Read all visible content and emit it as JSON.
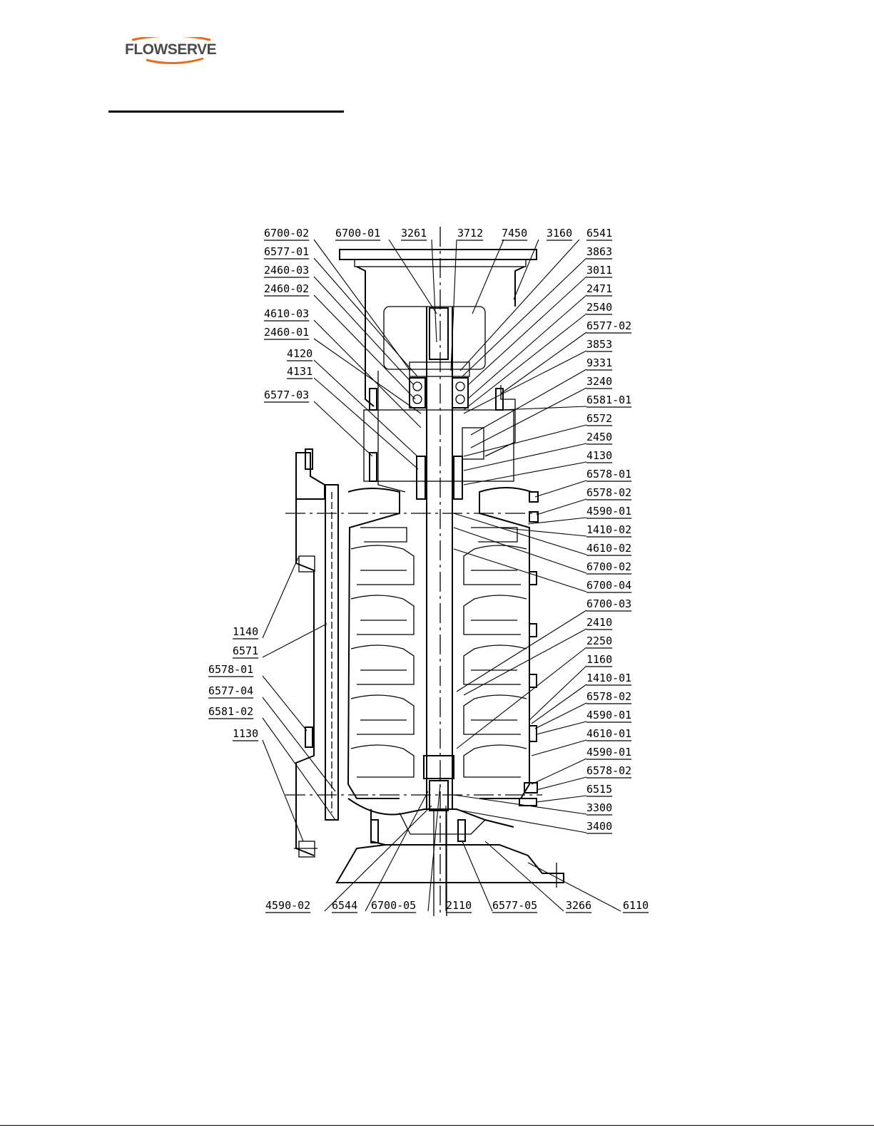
{
  "brand": {
    "name": "FLOWSERVE"
  },
  "labels_top": [
    "6700-02",
    "6700-01",
    "3261",
    "3712",
    "7450",
    "3160",
    "6541"
  ],
  "labels_left": [
    "6577-01",
    "2460-03",
    "2460-02",
    "4610-03",
    "2460-01",
    "4120",
    "4131",
    "6577-03"
  ],
  "labels_left_lower": [
    "1140",
    "6571",
    "6578-01",
    "6577-04",
    "6581-02",
    "1130"
  ],
  "labels_right": [
    "3863",
    "3011",
    "2471",
    "2540",
    "6577-02",
    "3853",
    "9331",
    "3240",
    "6581-01",
    "6572",
    "2450",
    "4130",
    "6578-01",
    "6578-02",
    "4590-01",
    "1410-02",
    "4610-02",
    "6700-02",
    "6700-04",
    "6700-03",
    "2410",
    "2250",
    "1160",
    "1410-01",
    "6578-02",
    "4590-01",
    "4610-01",
    "4590-01",
    "6578-02",
    "6515",
    "3300",
    "3400"
  ],
  "labels_bottom": [
    "4590-02",
    "6544",
    "6700-05",
    "2110",
    "6577-05",
    "3266",
    "6110"
  ]
}
